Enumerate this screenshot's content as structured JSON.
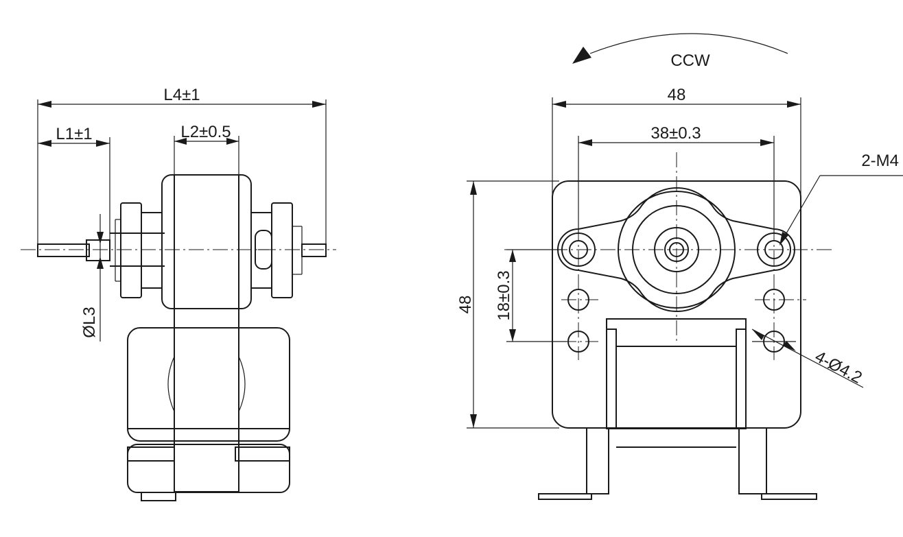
{
  "side_view": {
    "dim_l4": "L4±1",
    "dim_l1": "L1±1",
    "dim_l2": "L2±0.5",
    "dim_l3": "ØL3"
  },
  "front_view": {
    "rotation": "CCW",
    "dim_width": "48",
    "dim_hole_spacing": "38±0.3",
    "dim_height": "48",
    "dim_vertical_spacing": "18±0.3",
    "thread_callout": "2-M4",
    "hole_callout": "4-Ø4.2"
  }
}
